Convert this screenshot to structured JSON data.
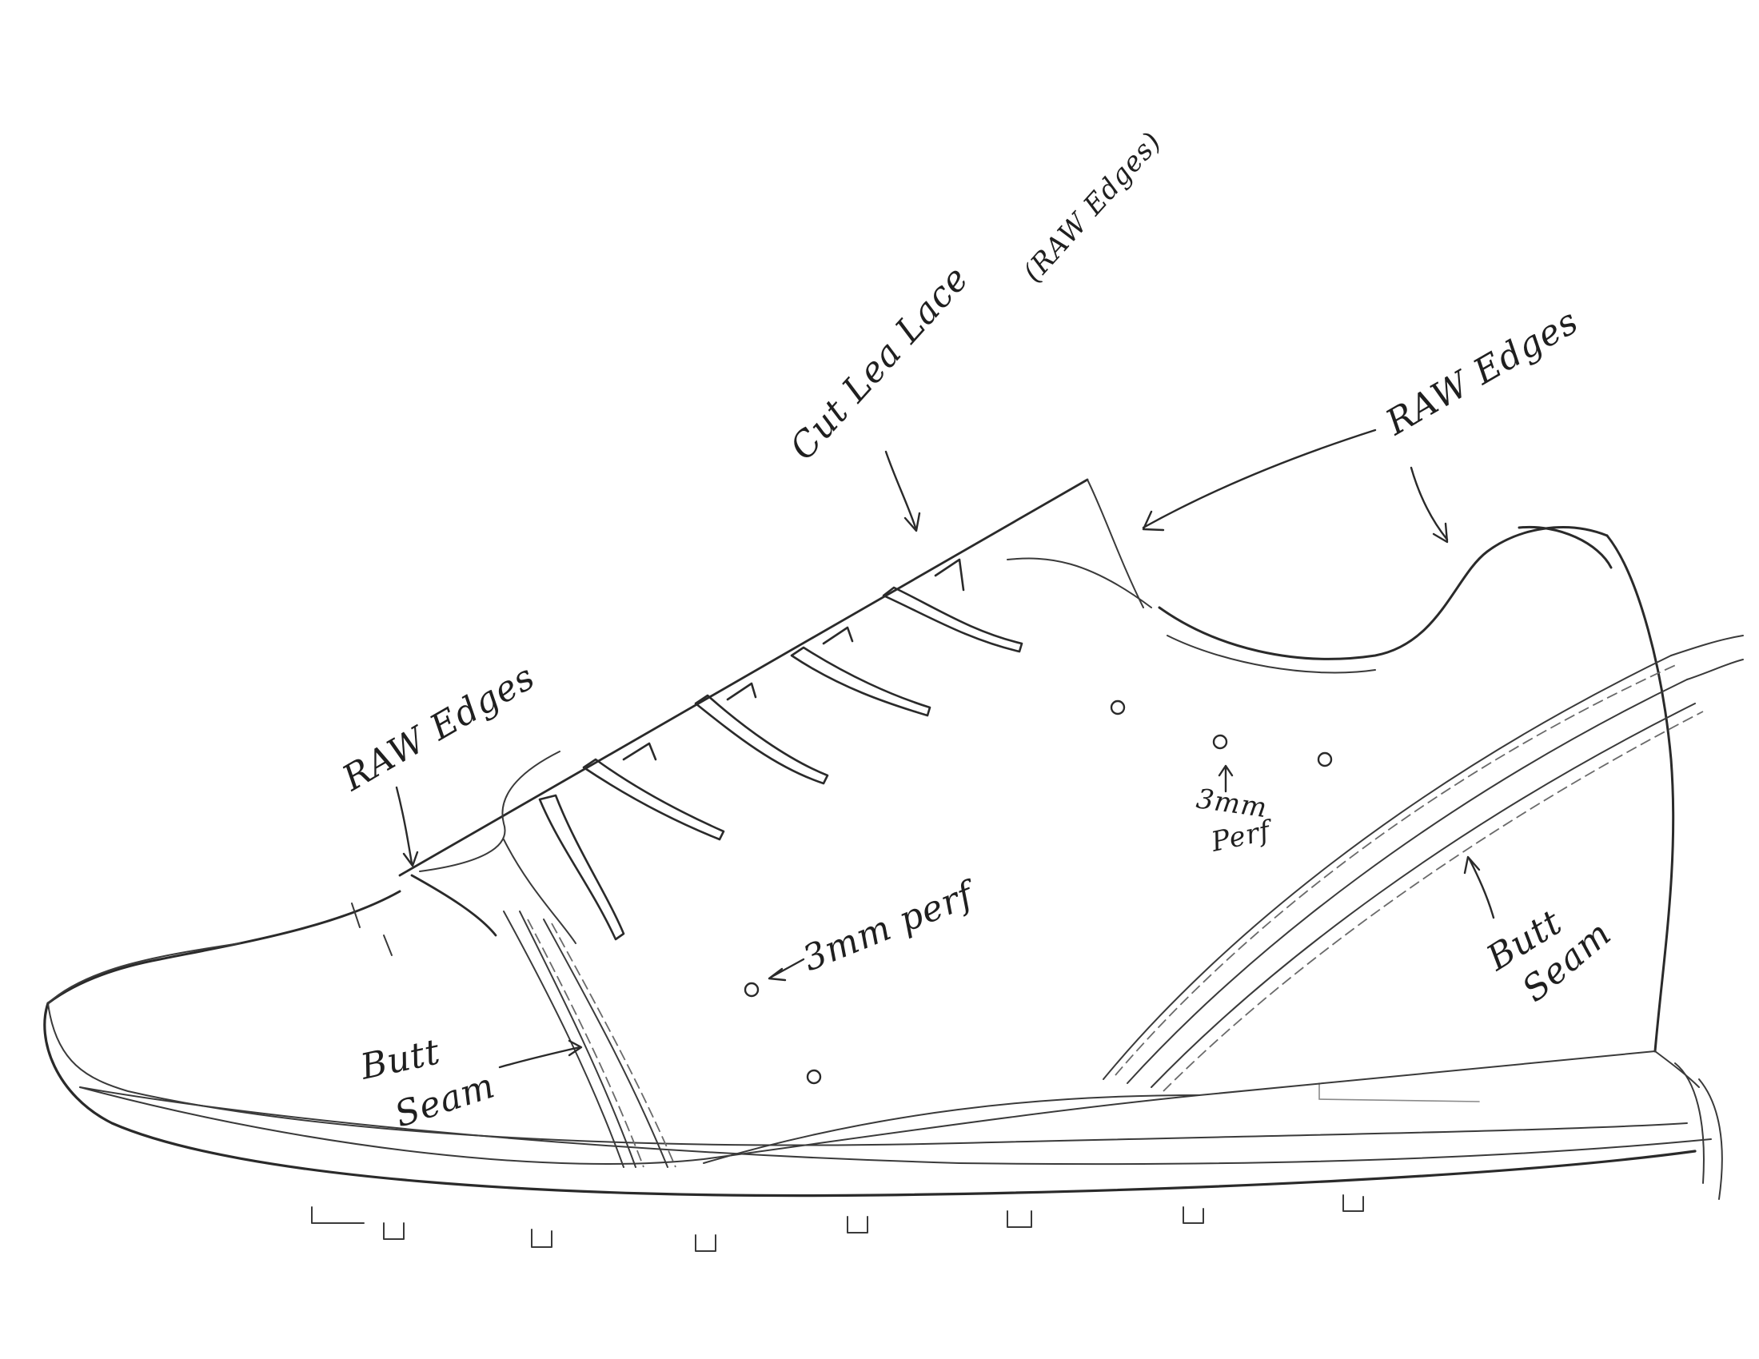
{
  "annotations": {
    "cut_lea_lace": "Cut Lea Lace",
    "raw_edges_paren": "(RAW Edges)",
    "raw_edges_collar": "RAW Edges",
    "raw_edges_toe": "RAW Edges",
    "perf_3mm_upper": "3mm",
    "perf_label_upper": "Perf",
    "perf_3mm_side": "3mm perf",
    "butt_seam_front_1": "Butt",
    "butt_seam_front_2": "Seam",
    "butt_seam_heel_1": "Butt",
    "butt_seam_heel_2": "Seam"
  },
  "colors": {
    "ink": "#2a2a2a",
    "paper": "#ffffff"
  }
}
